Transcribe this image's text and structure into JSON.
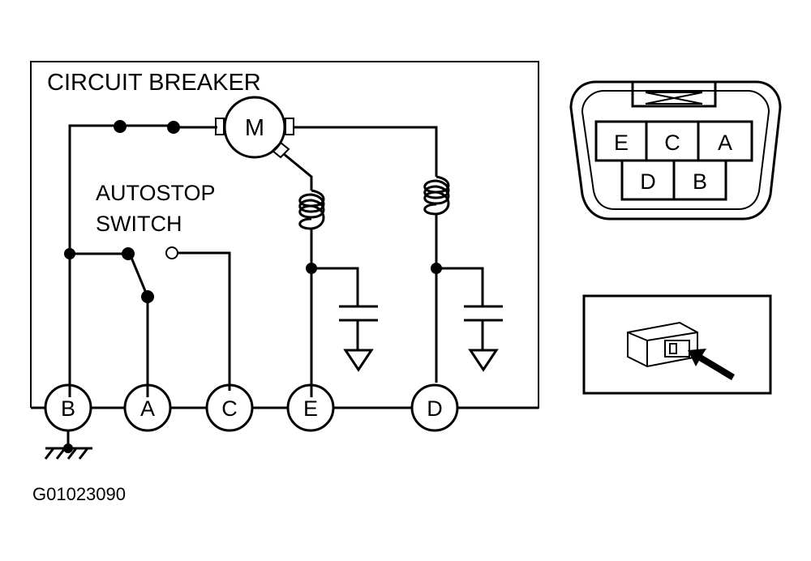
{
  "title": "CIRCUIT BREAKER",
  "switch_label_line1": "AUTOSTOP",
  "switch_label_line2": "SWITCH",
  "motor_label": "M",
  "terminals": [
    "B",
    "A",
    "C",
    "E",
    "D"
  ],
  "connector_pins_top": [
    "E",
    "C",
    "A"
  ],
  "connector_pins_bottom": [
    "D",
    "B"
  ],
  "figure_code": "G01023090"
}
